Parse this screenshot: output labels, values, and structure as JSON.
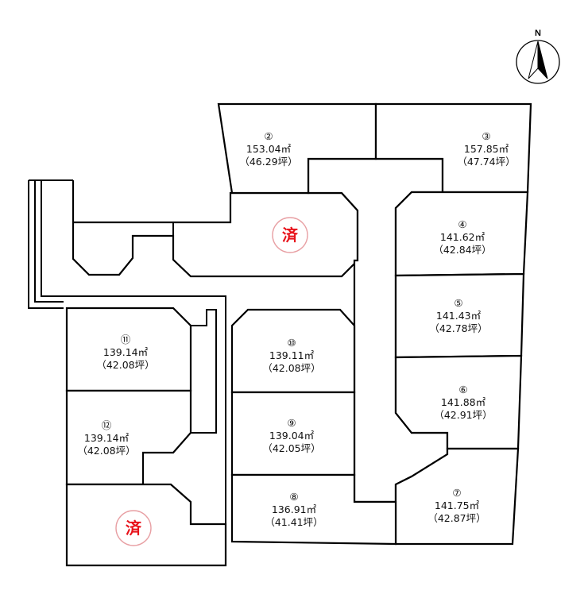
{
  "compass": {
    "label": "N"
  },
  "lots": {
    "lot2": {
      "number": "②",
      "area": "153.04㎡",
      "tsubo": "（46.29坪）"
    },
    "lot3": {
      "number": "③",
      "area": "157.85㎡",
      "tsubo": "（47.74坪）"
    },
    "lot4": {
      "number": "④",
      "area": "141.62㎡",
      "tsubo": "（42.84坪）"
    },
    "lot5": {
      "number": "⑤",
      "area": "141.43㎡",
      "tsubo": "（42.78坪）"
    },
    "lot6": {
      "number": "⑥",
      "area": "141.88㎡",
      "tsubo": "（42.91坪）"
    },
    "lot7": {
      "number": "⑦",
      "area": "141.75㎡",
      "tsubo": "（42.87坪）"
    },
    "lot8": {
      "number": "⑧",
      "area": "136.91㎡",
      "tsubo": "（41.41坪）"
    },
    "lot9": {
      "number": "⑨",
      "area": "139.04㎡",
      "tsubo": "（42.05坪）"
    },
    "lot10": {
      "number": "⑩",
      "area": "139.11㎡",
      "tsubo": "（42.08坪）"
    },
    "lot11": {
      "number": "⑪",
      "area": "139.14㎡",
      "tsubo": "（42.08坪）"
    },
    "lot12": {
      "number": "⑫",
      "area": "139.14㎡",
      "tsubo": "（42.08坪）"
    }
  },
  "sold": [
    {
      "text": "済",
      "color": "#e8121a"
    },
    {
      "text": "済",
      "color": "#e8121a"
    }
  ]
}
